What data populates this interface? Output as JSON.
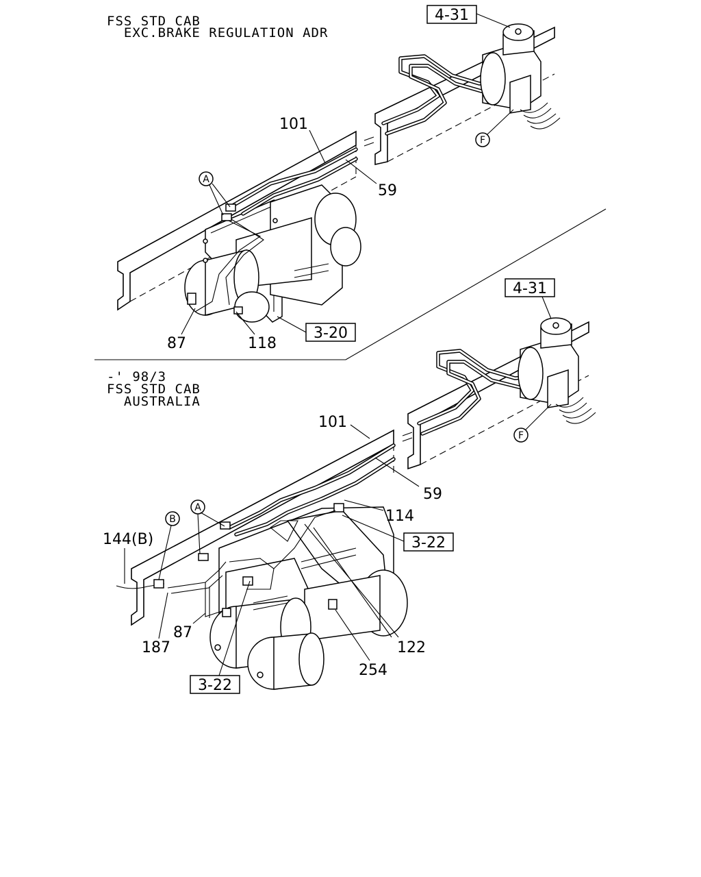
{
  "sections": [
    {
      "caption_lines": [
        "FSS STD CAB",
        "  EXC.BRAKE REGULATION ADR"
      ],
      "ref_boxes": [
        "4-31",
        "3-20"
      ],
      "part_numbers": [
        "101",
        "59",
        "87",
        "118"
      ],
      "circle_markers": [
        "A",
        "F"
      ]
    },
    {
      "caption_lines": [
        "-' 98/3",
        "FSS STD CAB",
        "  AUSTRALIA"
      ],
      "ref_boxes": [
        "4-31",
        "3-22",
        "3-22"
      ],
      "part_numbers": [
        "101",
        "59",
        "114",
        "144(B)",
        "187",
        "87",
        "122",
        "254"
      ],
      "circle_markers": [
        "A",
        "B",
        "F"
      ]
    }
  ]
}
